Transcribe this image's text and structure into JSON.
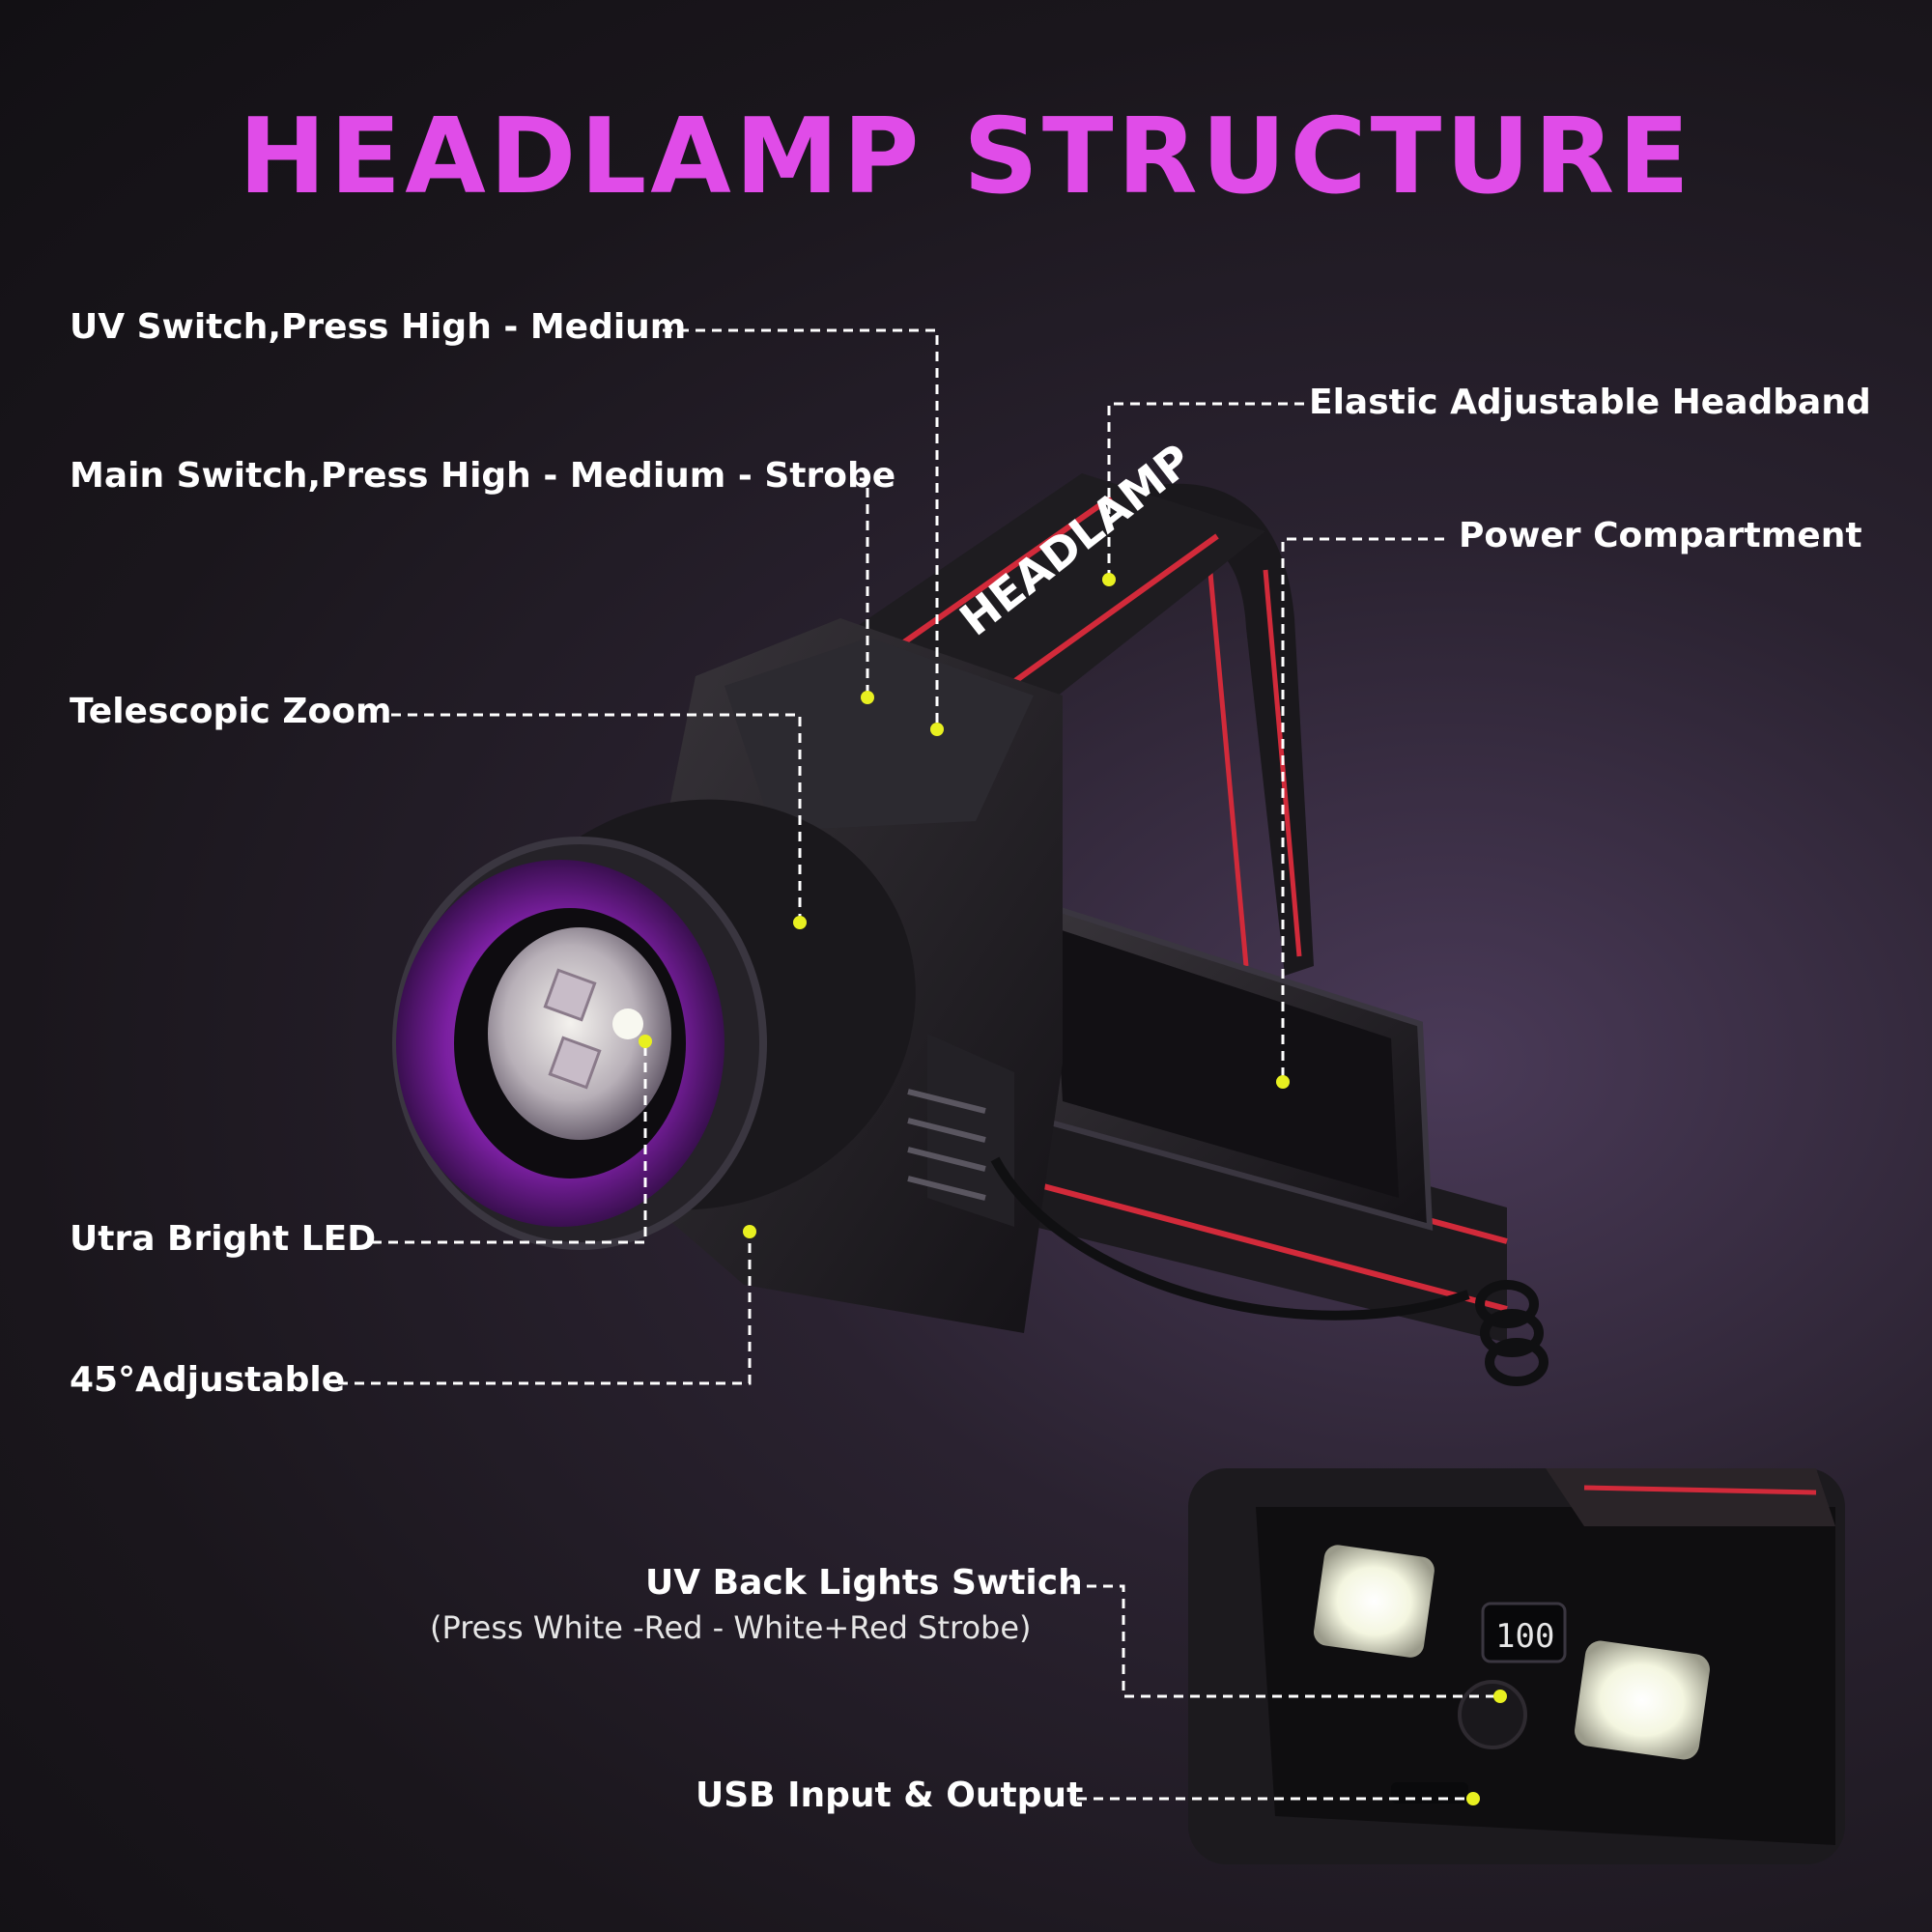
{
  "title": "HEADLAMP STRUCTURE",
  "labels": {
    "uv_switch": "UV Switch,Press High - Medium",
    "main_switch": "Main Switch,Press High - Medium - Strobe",
    "telescopic_zoom": "Telescopic Zoom",
    "ultra_bright_led": "Utra Bright LED",
    "adjustable": "45°Adjustable",
    "headband": "Elastic Adjustable Headband",
    "power": "Power Compartment",
    "uv_back": "UV Back Lights Swtich",
    "uv_back_sub": "(Press White -Red - White+Red Strobe)",
    "usb": "USB Input & Output"
  },
  "product": {
    "strap_text": "HEADLAMP",
    "display_reading": "100"
  },
  "colors": {
    "title": "#e04ce8",
    "leader": "#ffffff",
    "dot": "#e8f020",
    "strap_stripe": "#d22a3a",
    "bezel": "#8a2aa8"
  }
}
